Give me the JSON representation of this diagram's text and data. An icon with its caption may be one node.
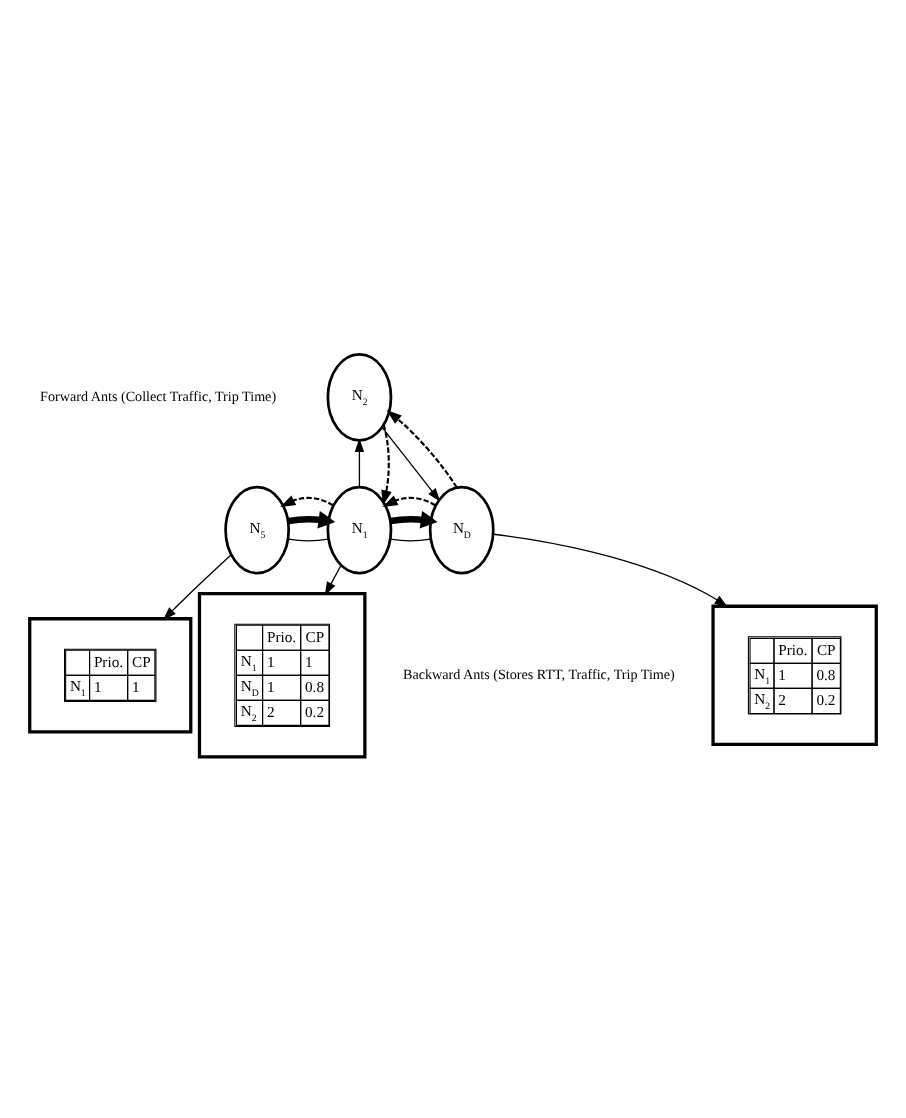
{
  "diagram": {
    "nodes": [
      {
        "text": [
          "N$_{2}$"
        ]
      },
      {
        "text": [
          "N$_{5}$"
        ]
      },
      {
        "text": [
          "N$_{1}$"
        ]
      },
      {
        "text": [
          "N$_{D}$"
        ]
      },
      {
        "text": [],
        "shape": "box"
      },
      {
        "text": [
          "Prio.",
          "CP",
          "N$_{1}$",
          "1",
          "1"
        ],
        "in": 4
      },
      {
        "text": [],
        "shape": "box"
      },
      {
        "text": [
          "Prio.",
          "CP",
          "N$_{1}$",
          "1",
          "1",
          "N$_{D}$",
          "1",
          "0.8",
          "N$_{2}$",
          "2",
          "0.2"
        ],
        "in": 6
      },
      {
        "text": [],
        "shape": "box"
      },
      {
        "text": [
          "Prio.",
          "CP",
          "N$_{1}$",
          "1",
          "0.8",
          "N$_{2}$",
          "2",
          "0.2"
        ],
        "in": 8
      }
    ],
    "edges": [
      {
        "from": 2,
        "to": 0,
        "arrow": "to"
      },
      {
        "from": 0,
        "to": 3,
        "arrow": "to"
      },
      {
        "from": 0,
        "to": 2,
        "arrow": "to",
        "style": "dashed"
      },
      {
        "from": 3,
        "to": 0,
        "arrow": "to",
        "style": "dashed"
      },
      {
        "from": 1,
        "to": 2,
        "arrow": "none"
      },
      {
        "from": 2,
        "to": 3,
        "arrow": "none"
      },
      {
        "from": 1,
        "to": 2,
        "arrow": "to",
        "style": "thick"
      },
      {
        "from": 2,
        "to": 3,
        "arrow": "to",
        "style": "thick"
      },
      {
        "from": 3,
        "to": 2,
        "arrow": "to",
        "style": "dashed"
      },
      {
        "from": 2,
        "to": 1,
        "arrow": "to",
        "style": "dashed"
      },
      {
        "from": 1,
        "to": 4,
        "arrow": "to"
      },
      {
        "from": 2,
        "to": 6,
        "arrow": "to"
      },
      {
        "from": 3,
        "to": 8,
        "arrow": "to"
      }
    ],
    "labels": [
      "Forward Ants (Collect Traffic, Trip Time)",
      "Backward Ants (Stores RTT, Traffic, Trip Time)"
    ]
  }
}
